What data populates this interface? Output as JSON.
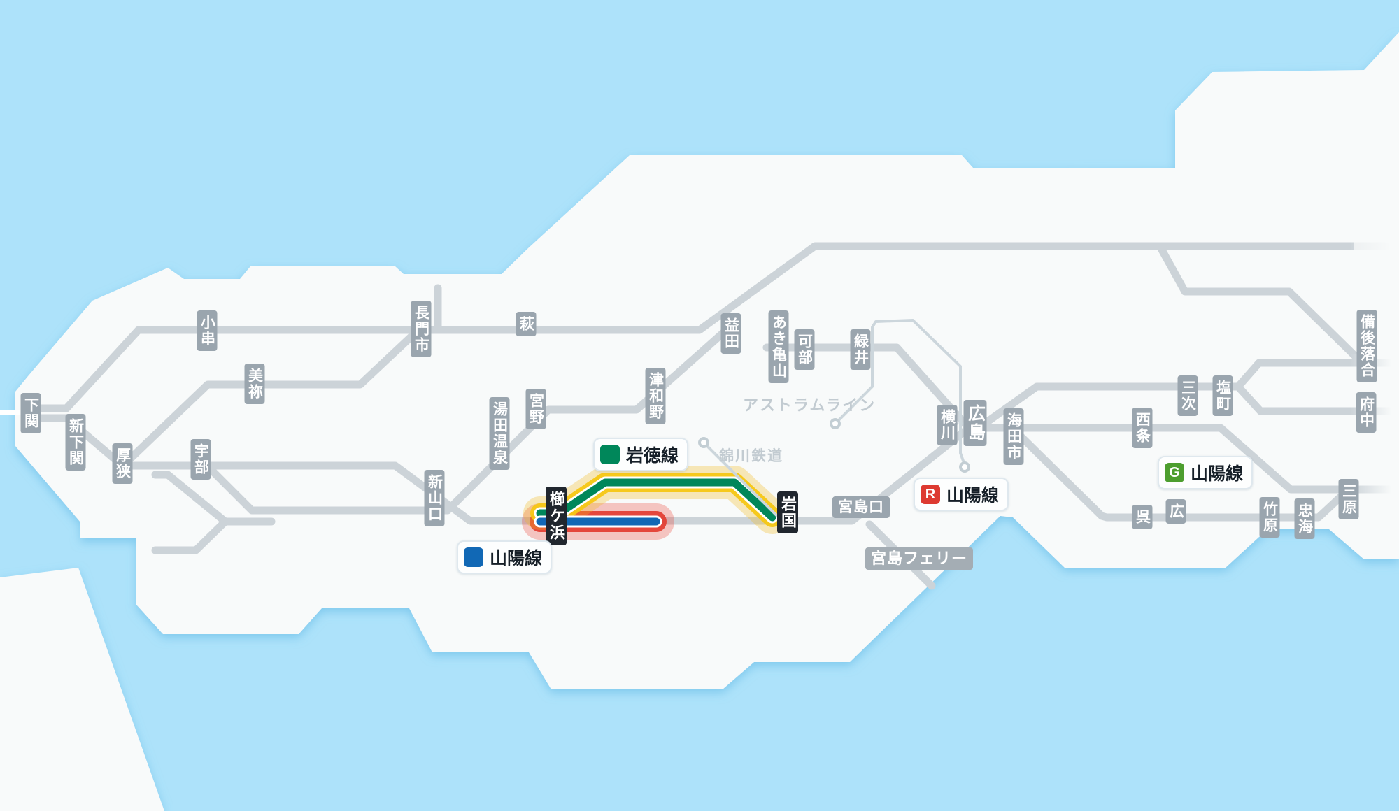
{
  "map": {
    "region": "Yamaguchi / Hiroshima rail network",
    "colors": {
      "sea": "#ade2fa",
      "land": "#f8fafa",
      "rail_gray": "#ccd3d8",
      "station_bg": "#9aa5ae",
      "station_selected_bg": "#20262e",
      "gantoku_green": "#00875a",
      "sanyo_blue": "#1168b5",
      "sanyo_red": "#dd3a31",
      "sanyo_green": "#4d9e2f",
      "highlight_yellow": "#f6c715",
      "highlight_red": "#e23a2e"
    }
  },
  "stations": [
    {
      "name": "下関",
      "selected": false
    },
    {
      "name": "新下関",
      "selected": false
    },
    {
      "name": "厚狭",
      "selected": false
    },
    {
      "name": "宇部",
      "selected": false
    },
    {
      "name": "美祢",
      "selected": false
    },
    {
      "name": "小串",
      "selected": false
    },
    {
      "name": "長門市",
      "selected": false
    },
    {
      "name": "萩",
      "selected": false
    },
    {
      "name": "宮野",
      "selected": false
    },
    {
      "name": "湯田温泉",
      "selected": false
    },
    {
      "name": "新山口",
      "selected": false
    },
    {
      "name": "津和野",
      "selected": false
    },
    {
      "name": "益田",
      "selected": false
    },
    {
      "name": "あき亀山",
      "selected": false
    },
    {
      "name": "可部",
      "selected": false
    },
    {
      "name": "緑井",
      "selected": false
    },
    {
      "name": "横川",
      "selected": false
    },
    {
      "name": "広島",
      "selected": false
    },
    {
      "name": "海田市",
      "selected": false
    },
    {
      "name": "三次",
      "selected": false
    },
    {
      "name": "塩町",
      "selected": false
    },
    {
      "name": "西条",
      "selected": false
    },
    {
      "name": "備後落合",
      "selected": false
    },
    {
      "name": "府中",
      "selected": false
    },
    {
      "name": "呉",
      "selected": false
    },
    {
      "name": "広",
      "selected": false
    },
    {
      "name": "竹原",
      "selected": false
    },
    {
      "name": "忠海",
      "selected": false
    },
    {
      "name": "三原",
      "selected": false
    },
    {
      "name": "宮島口",
      "selected": false
    },
    {
      "name": "櫛ケ浜",
      "selected": true
    },
    {
      "name": "岩国",
      "selected": true
    }
  ],
  "legend": [
    {
      "label": "岩徳線",
      "letter": "",
      "color": "#00875a"
    },
    {
      "label": "山陽線",
      "letter": "",
      "color": "#1168b5"
    },
    {
      "label": "山陽線",
      "letter": "R",
      "color": "#dd3a31"
    },
    {
      "label": "山陽線",
      "letter": "G",
      "color": "#4d9e2f"
    }
  ],
  "other_labels": {
    "astram": "アストラムライン",
    "nishikigawa": "錦川鉄道",
    "miyajima_ferry": "宮島フェリー"
  }
}
